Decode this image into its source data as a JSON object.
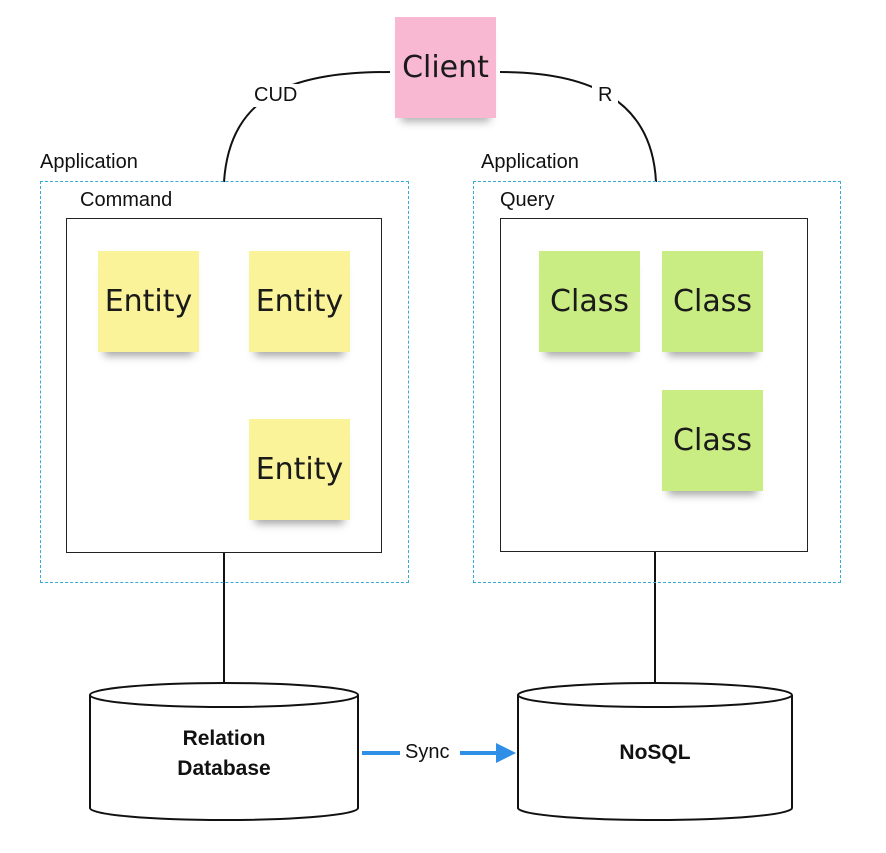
{
  "client": {
    "label": "Client",
    "color": "#f8b8d1"
  },
  "edges": {
    "client_to_command": "CUD",
    "client_to_query": "R",
    "sync": "Sync",
    "sync_color": "#2f8ee6"
  },
  "command_side": {
    "app_label": "Application",
    "box_label": "Command",
    "entity_color": "#fbf39a",
    "entities": [
      "Entity",
      "Entity",
      "Entity"
    ]
  },
  "query_side": {
    "app_label": "Application",
    "box_label": "Query",
    "class_color": "#c9ec83",
    "classes": [
      "Class",
      "Class",
      "Class"
    ]
  },
  "databases": {
    "relational": {
      "line1": "Relation",
      "line2": "Database"
    },
    "nosql": {
      "label": "NoSQL"
    }
  },
  "icons": {
    "sync_arrow": "arrow-right-icon"
  }
}
